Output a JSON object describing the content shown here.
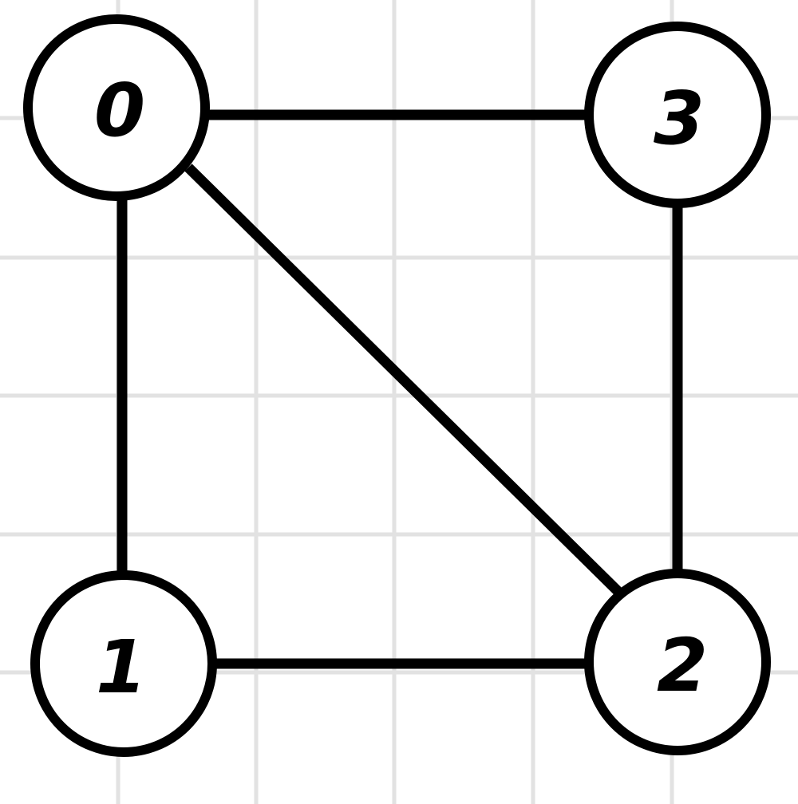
{
  "graph": {
    "nodes": [
      {
        "id": "0",
        "label": "0"
      },
      {
        "id": "3",
        "label": "3"
      },
      {
        "id": "1",
        "label": "1"
      },
      {
        "id": "2",
        "label": "2"
      }
    ],
    "edges": [
      {
        "from": "0",
        "to": "3"
      },
      {
        "from": "0",
        "to": "1"
      },
      {
        "from": "0",
        "to": "2"
      },
      {
        "from": "3",
        "to": "2"
      },
      {
        "from": "1",
        "to": "2"
      }
    ]
  },
  "colors": {
    "stroke": "#000000",
    "node_fill": "#ffffff",
    "grid": "#e2e2e2",
    "background": "#ffffff"
  }
}
